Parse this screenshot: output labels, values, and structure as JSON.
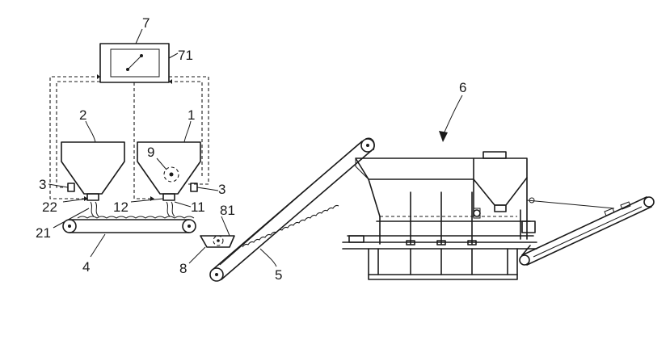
{
  "labels": {
    "controller": "7",
    "display": "71",
    "hopper_left": "2",
    "hopper_right": "1",
    "sensor_left": "3",
    "sensor_right": "3",
    "valve_left": "22",
    "outlet_left": "21",
    "valve_right": "12",
    "outlet_right": "11",
    "level_sensor": "9",
    "belt_conveyor": "4",
    "collector": "8",
    "collector_sensor": "81",
    "inclined_conveyor": "5",
    "machine": "6"
  }
}
